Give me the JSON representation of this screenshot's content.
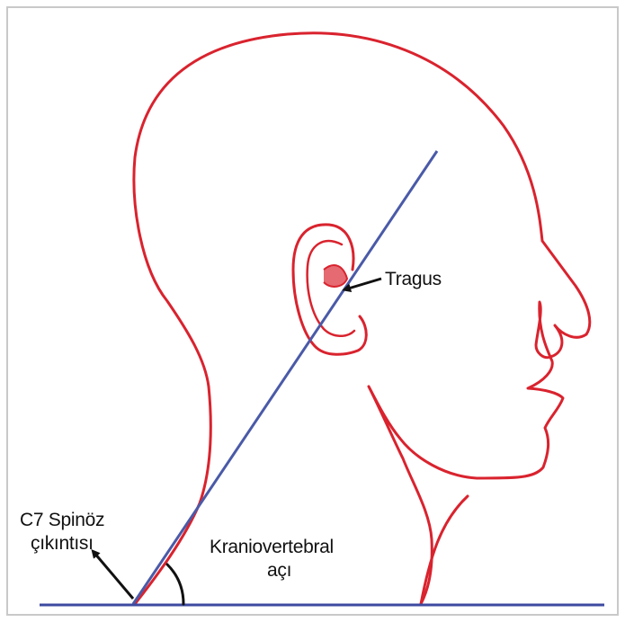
{
  "labels": {
    "tragus": "Tragus",
    "c7_line1": "C7 Spinöz",
    "c7_line2": "çıkıntısı",
    "angle_line1": "Kraniovertebral",
    "angle_line2": "açı"
  },
  "colors": {
    "outline": "#d9232e",
    "axis_line": "#4a5aa8",
    "ground_line": "#3d4aa0",
    "arrow": "#111111",
    "frame": "#c9c9c9"
  },
  "icons": {
    "tragus_pointer": "arrow-left-icon",
    "c7_pointer": "arrow-up-left-icon"
  }
}
